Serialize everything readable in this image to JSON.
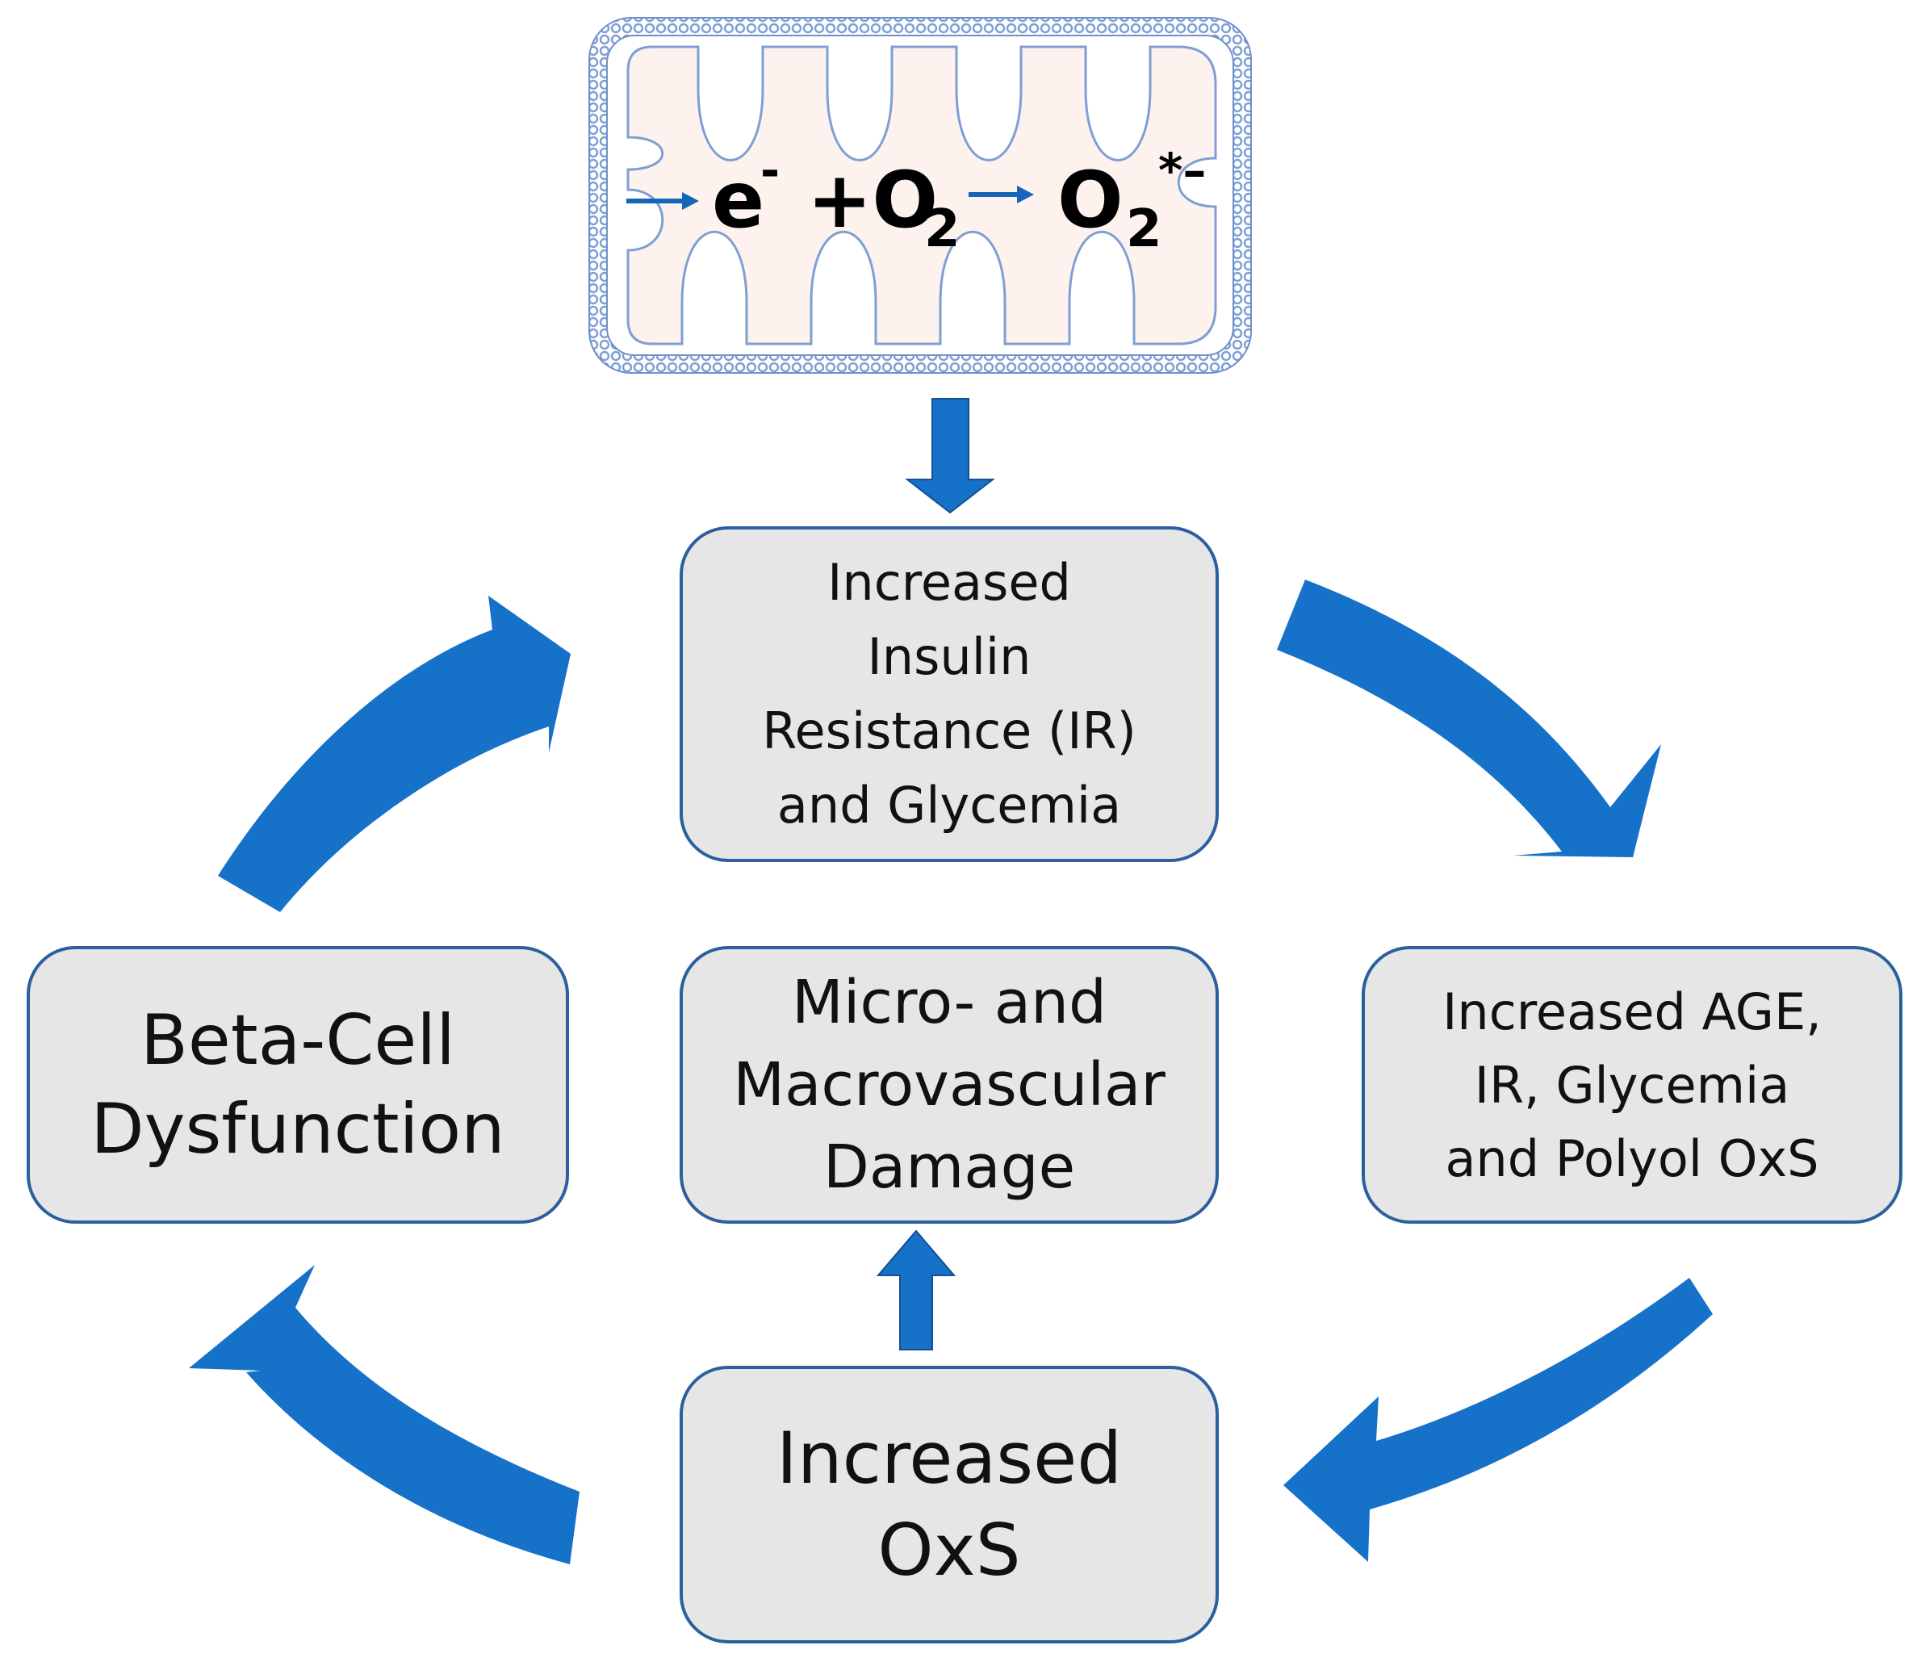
{
  "colors": {
    "arrow_blue": "#1671c8",
    "box_fill": "#e6e6e6",
    "box_border": "#2c5f9e",
    "mito_fill": "#fdf2ee",
    "mito_membrane": "#7f9fd4"
  },
  "mitochondrion": {
    "reaction": {
      "electron": "e",
      "electron_charge": "-",
      "plus_oxygen": "+O",
      "oxygen_subscript": "2",
      "product": "O",
      "product_subscript": "2",
      "product_charge": "*–"
    }
  },
  "nodes": {
    "insulin_resistance": "Increased\nInsulin\nResistance (IR)\nand Glycemia",
    "age_polyol": "Increased AGE,\nIR, Glycemia\nand Polyol OxS",
    "vascular_damage": "Micro- and\nMacrovascular\nDamage",
    "beta_cell": "Beta-Cell\nDysfunction",
    "oxs": "Increased\nOxS"
  }
}
